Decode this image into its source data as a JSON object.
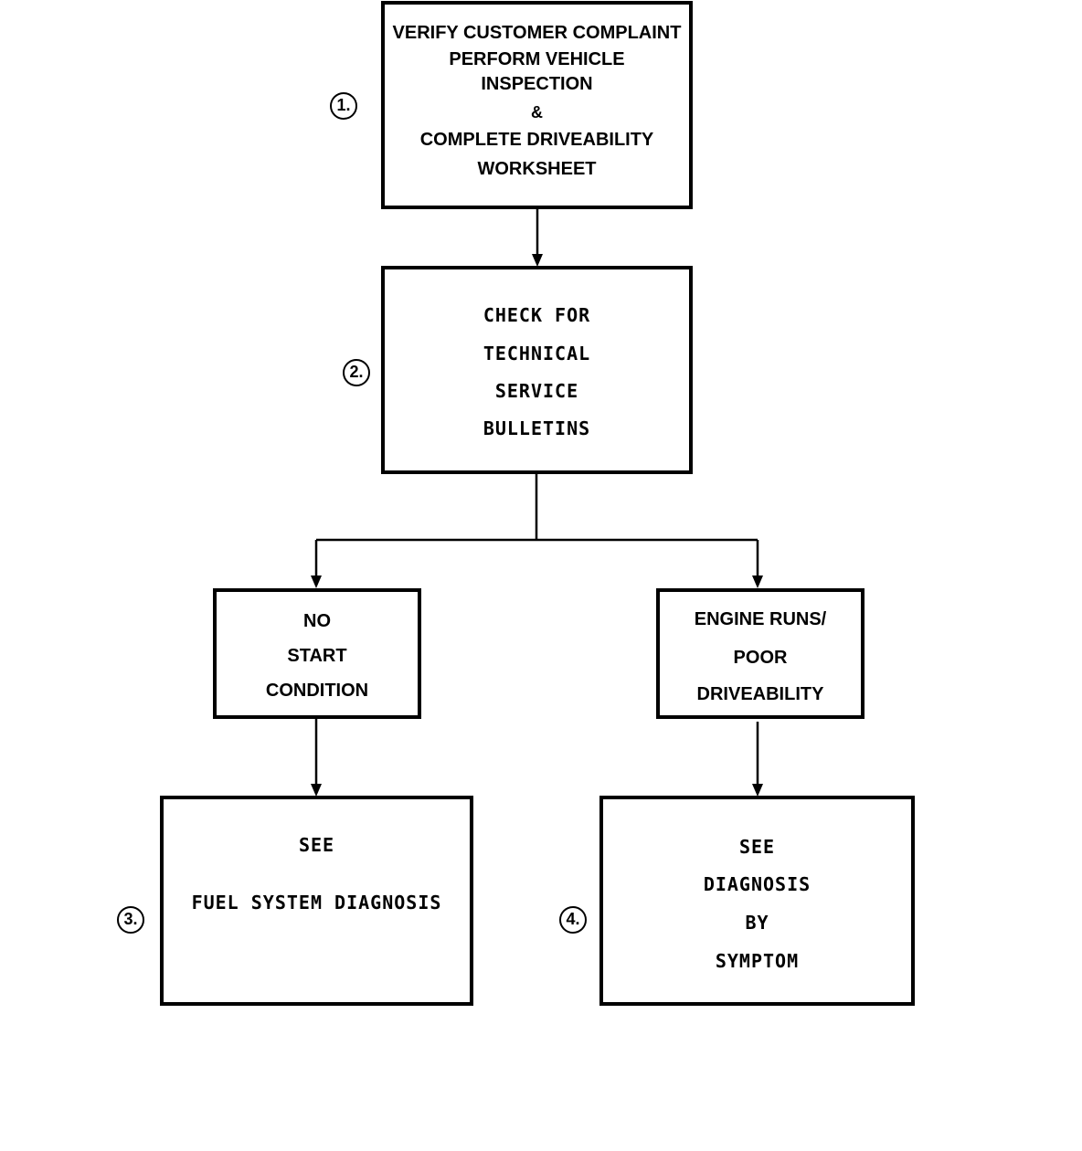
{
  "steps": {
    "step1": {
      "number": "1.",
      "lines": [
        "VERIFY CUSTOMER COMPLAINT",
        "PERFORM VEHICLE",
        "INSPECTION",
        "&",
        "COMPLETE DRIVEABILITY",
        "WORKSHEET"
      ]
    },
    "step2": {
      "number": "2.",
      "lines": [
        "CHECK FOR",
        "TECHNICAL",
        "SERVICE",
        "BULLETINS"
      ]
    },
    "no_start": {
      "lines": [
        "NO",
        "START",
        "CONDITION"
      ]
    },
    "engine_runs": {
      "lines": [
        "ENGINE RUNS/",
        "POOR",
        "DRIVEABILITY"
      ]
    },
    "step3": {
      "number": "3.",
      "lines": [
        "SEE",
        "FUEL SYSTEM DIAGNOSIS"
      ]
    },
    "step4": {
      "number": "4.",
      "lines": [
        "SEE",
        "DIAGNOSIS",
        "BY",
        "SYMPTOM"
      ]
    }
  }
}
